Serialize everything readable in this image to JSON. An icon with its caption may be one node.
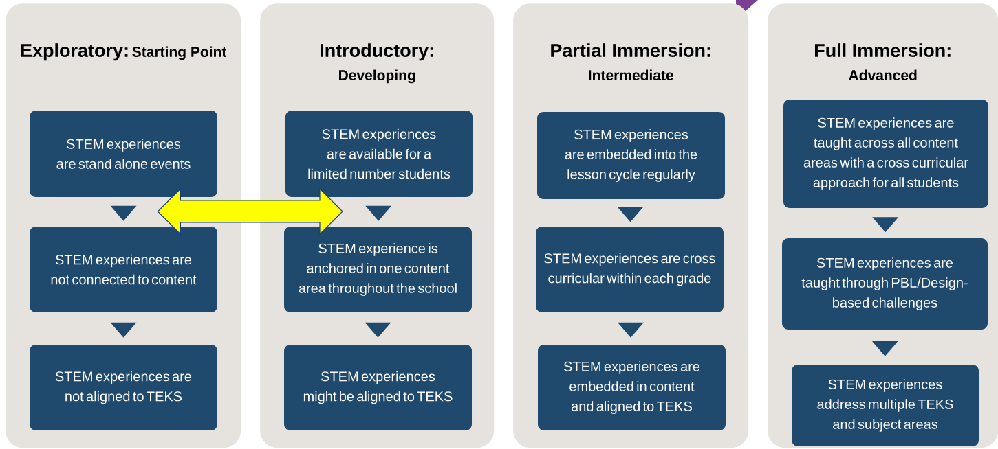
{
  "diagram": {
    "nodes": [
      {
        "text": [
          "Exploratory:",
          "Starting Point"
        ]
      },
      {
        "text": [
          "STEM experiences are stand alone events"
        ],
        "in": 0
      },
      {
        "text": [
          "STEM experiences are not connected to content"
        ],
        "in": 0
      },
      {
        "text": [
          "STEM experiences are not aligned to TEKS"
        ],
        "in": 0
      },
      {
        "text": [
          "Introductory:",
          "Developing"
        ]
      },
      {
        "text": [
          "STEM experiences are available for a limited number students"
        ],
        "in": 4
      },
      {
        "text": [
          "STEM experience is anchored in one content area throughout the school"
        ],
        "in": 4
      },
      {
        "text": [
          "STEM experiences might be aligned to TEKS"
        ],
        "in": 4
      },
      {
        "text": [
          "Partial Immersion:",
          "Intermediate"
        ]
      },
      {
        "text": [
          "STEM experiences are embedded into the lesson cycle regularly"
        ],
        "in": 8
      },
      {
        "text": [
          "STEM experiences are cross curricular within each grade"
        ],
        "in": 8
      },
      {
        "text": [
          "STEM experiences are embedded in content and aligned to TEKS"
        ],
        "in": 8
      },
      {
        "text": [
          "Full Immersion:",
          "Advanced"
        ]
      },
      {
        "text": [
          "STEM experiences are taught across all content areas with a cross curricular approach for all students"
        ],
        "in": 12
      },
      {
        "text": [
          "STEM experiences are taught through PBL/Design-based challenges"
        ],
        "in": 12
      },
      {
        "text": [
          "STEM experiences address multiple TEKS and subject areas"
        ],
        "in": 12
      }
    ],
    "edges": [
      {
        "from": 1,
        "to": 2,
        "arrow": "to"
      },
      {
        "from": 2,
        "to": 3,
        "arrow": "to"
      },
      {
        "from": 5,
        "to": 6,
        "arrow": "to"
      },
      {
        "from": 6,
        "to": 7,
        "arrow": "to"
      },
      {
        "from": 9,
        "to": 10,
        "arrow": "to"
      },
      {
        "from": 10,
        "to": 11,
        "arrow": "to"
      },
      {
        "from": 13,
        "to": 14,
        "arrow": "to"
      },
      {
        "from": 14,
        "to": 15,
        "arrow": "to"
      },
      {
        "from": 0,
        "to": 4,
        "arrow": "both",
        "style": "thick",
        "color": "#ffff00"
      }
    ]
  }
}
